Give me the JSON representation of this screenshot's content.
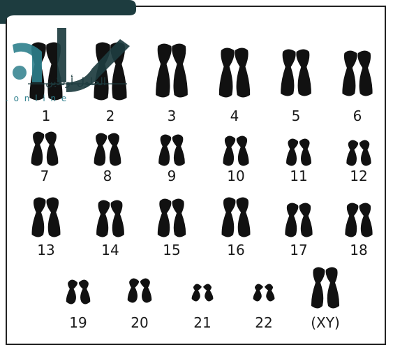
{
  "colors": {
    "chromosome": "#111111",
    "logo_dark": "#1d3c3f",
    "logo_teal": "#2e7f8c",
    "frame": "#222222"
  },
  "logo": {
    "arabic_text": "الحلول أونلاين",
    "latin_text": ". o n l i n e",
    "icon": "hal-logo-icon"
  },
  "karyotype": {
    "labels": [
      "1",
      "2",
      "3",
      "4",
      "5",
      "6",
      "7",
      "8",
      "9",
      "10",
      "11",
      "12",
      "13",
      "14",
      "15",
      "16",
      "17",
      "18",
      "19",
      "20",
      "21",
      "22",
      "(XY)"
    ]
  }
}
